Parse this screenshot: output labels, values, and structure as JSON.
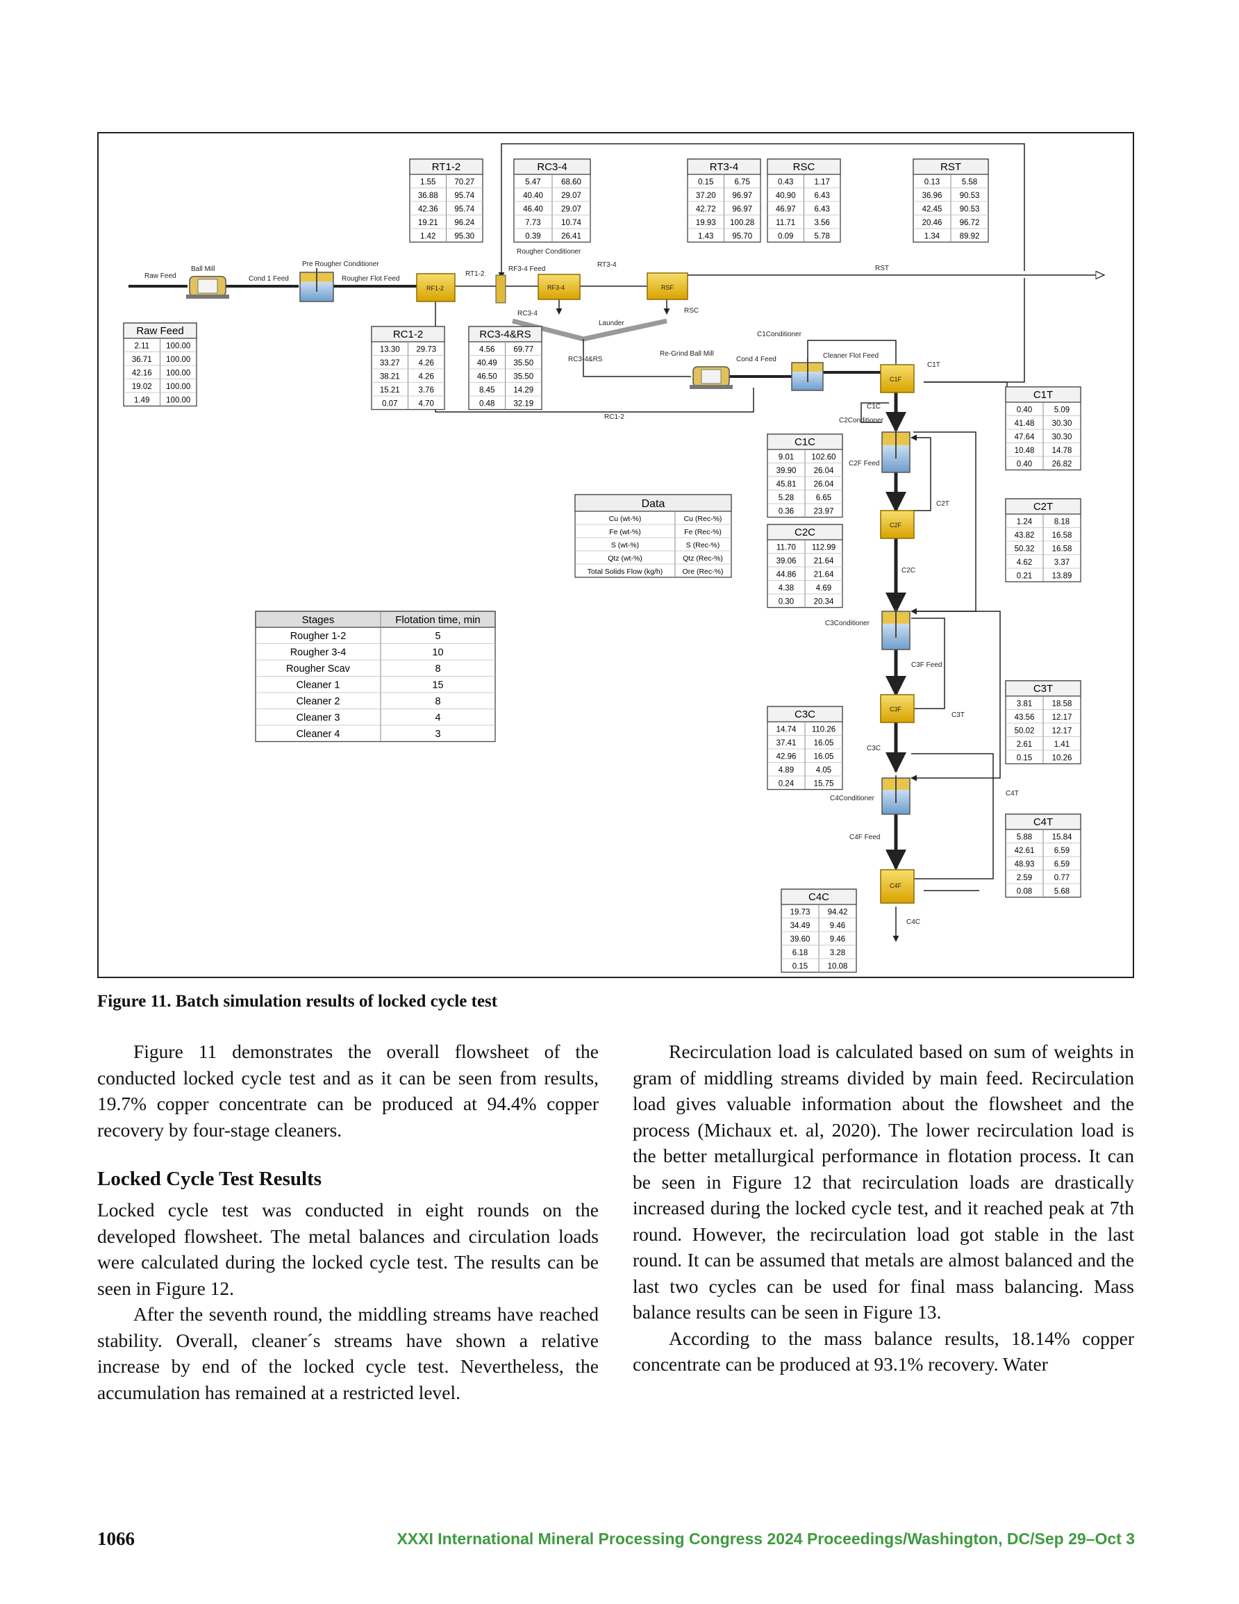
{
  "figure": {
    "caption": "Figure 11.  Batch simulation results of locked cycle test",
    "tables": [
      {
        "id": "rt12",
        "title": "RT1-2",
        "rows": [
          [
            "1.55",
            "70.27"
          ],
          [
            "36.88",
            "95.74"
          ],
          [
            "42.36",
            "95.74"
          ],
          [
            "19.21",
            "96.24"
          ],
          [
            "1.42",
            "95.30"
          ]
        ]
      },
      {
        "id": "rc34",
        "title": "RC3-4",
        "rows": [
          [
            "5.47",
            "68.60"
          ],
          [
            "40.40",
            "29.07"
          ],
          [
            "46.40",
            "29.07"
          ],
          [
            "7.73",
            "10.74"
          ],
          [
            "0.39",
            "26.41"
          ]
        ]
      },
      {
        "id": "rt34",
        "title": "RT3-4",
        "rows": [
          [
            "0.15",
            "6.75"
          ],
          [
            "37.20",
            "96.97"
          ],
          [
            "42.72",
            "96.97"
          ],
          [
            "19.93",
            "100.28"
          ],
          [
            "1.43",
            "95.70"
          ]
        ]
      },
      {
        "id": "rsc",
        "title": "RSC",
        "rows": [
          [
            "0.43",
            "1.17"
          ],
          [
            "40.90",
            "6.43"
          ],
          [
            "46.97",
            "6.43"
          ],
          [
            "11.71",
            "3.56"
          ],
          [
            "0.09",
            "5.78"
          ]
        ]
      },
      {
        "id": "rst",
        "title": "RST",
        "rows": [
          [
            "0.13",
            "5.58"
          ],
          [
            "36.96",
            "90.53"
          ],
          [
            "42.45",
            "90.53"
          ],
          [
            "20.46",
            "96.72"
          ],
          [
            "1.34",
            "89.92"
          ]
        ]
      },
      {
        "id": "rawfeed",
        "title": "Raw Feed",
        "rows": [
          [
            "2.11",
            "100.00"
          ],
          [
            "36.71",
            "100.00"
          ],
          [
            "42.16",
            "100.00"
          ],
          [
            "19.02",
            "100.00"
          ],
          [
            "1.49",
            "100.00"
          ]
        ]
      },
      {
        "id": "rc12",
        "title": "RC1-2",
        "rows": [
          [
            "13.30",
            "29.73"
          ],
          [
            "33.27",
            "4.26"
          ],
          [
            "38.21",
            "4.26"
          ],
          [
            "15.21",
            "3.76"
          ],
          [
            "0.07",
            "4.70"
          ]
        ]
      },
      {
        "id": "rc34rs",
        "title": "RC3-4&RS",
        "rows": [
          [
            "4.56",
            "69.77"
          ],
          [
            "40.49",
            "35.50"
          ],
          [
            "46.50",
            "35.50"
          ],
          [
            "8.45",
            "14.29"
          ],
          [
            "0.48",
            "32.19"
          ]
        ]
      },
      {
        "id": "c1t",
        "title": "C1T",
        "rows": [
          [
            "0.40",
            "5.09"
          ],
          [
            "41.48",
            "30.30"
          ],
          [
            "47.64",
            "30.30"
          ],
          [
            "10.48",
            "14.78"
          ],
          [
            "0.40",
            "26.82"
          ]
        ]
      },
      {
        "id": "c1c",
        "title": "C1C",
        "rows": [
          [
            "9.01",
            "102.60"
          ],
          [
            "39.90",
            "26.04"
          ],
          [
            "45.81",
            "26.04"
          ],
          [
            "5.28",
            "6.65"
          ],
          [
            "0.36",
            "23.97"
          ]
        ]
      },
      {
        "id": "c2t",
        "title": "C2T",
        "rows": [
          [
            "1.24",
            "8.18"
          ],
          [
            "43.82",
            "16.58"
          ],
          [
            "50.32",
            "16.58"
          ],
          [
            "4.62",
            "3.37"
          ],
          [
            "0.21",
            "13.89"
          ]
        ]
      },
      {
        "id": "c2c",
        "title": "C2C",
        "rows": [
          [
            "11.70",
            "112.99"
          ],
          [
            "39.06",
            "21.64"
          ],
          [
            "44.86",
            "21.64"
          ],
          [
            "4.38",
            "4.69"
          ],
          [
            "0.30",
            "20.34"
          ]
        ]
      },
      {
        "id": "c3t",
        "title": "C3T",
        "rows": [
          [
            "3.81",
            "18.58"
          ],
          [
            "43.56",
            "12.17"
          ],
          [
            "50.02",
            "12.17"
          ],
          [
            "2.61",
            "1.41"
          ],
          [
            "0.15",
            "10.26"
          ]
        ]
      },
      {
        "id": "c3c",
        "title": "C3C",
        "rows": [
          [
            "14.74",
            "110.26"
          ],
          [
            "37.41",
            "16.05"
          ],
          [
            "42.96",
            "16.05"
          ],
          [
            "4.89",
            "4.05"
          ],
          [
            "0.24",
            "15.75"
          ]
        ]
      },
      {
        "id": "c4t",
        "title": "C4T",
        "rows": [
          [
            "5.88",
            "15.84"
          ],
          [
            "42.61",
            "6.59"
          ],
          [
            "48.93",
            "6.59"
          ],
          [
            "2.59",
            "0.77"
          ],
          [
            "0.08",
            "5.68"
          ]
        ]
      },
      {
        "id": "c4c",
        "title": "C4C",
        "rows": [
          [
            "19.73",
            "94.42"
          ],
          [
            "34.49",
            "9.46"
          ],
          [
            "39.60",
            "9.46"
          ],
          [
            "6.18",
            "3.28"
          ],
          [
            "0.15",
            "10.08"
          ]
        ]
      }
    ],
    "legend": {
      "title": "Data",
      "rows": [
        [
          "Cu (wt-%)",
          "Cu (Rec-%)"
        ],
        [
          "Fe (wt-%)",
          "Fe (Rec-%)"
        ],
        [
          "S (wt-%)",
          "S (Rec-%)"
        ],
        [
          "Qtz (wt-%)",
          "Qtz (Rec-%)"
        ],
        [
          "Total Solids Flow (kg/h)",
          "Ore (Rec-%)"
        ]
      ]
    },
    "stages": {
      "headers": [
        "Stages",
        "Flotation time, min"
      ],
      "rows": [
        [
          "Rougher 1-2",
          "5"
        ],
        [
          "Rougher 3-4",
          "10"
        ],
        [
          "Rougher Scav",
          "8"
        ],
        [
          "Cleaner 1",
          "15"
        ],
        [
          "Cleaner 2",
          "8"
        ],
        [
          "Cleaner 3",
          "4"
        ],
        [
          "Cleaner 4",
          "3"
        ]
      ]
    },
    "labels": {
      "raw_feed": "Raw Feed",
      "ball_mill": "Ball Mill",
      "cond1_feed": "Cond 1 Feed",
      "pre_rougher": "Pre Rougher Conditioner",
      "rougher_flot_feed": "Rougher Flot Feed",
      "rf12": "RF1-2",
      "rt12": "RT1-2",
      "rough_cond": "Rougher Conditioner",
      "rf34_feed": "RF3-4 Feed",
      "rt34": "RT3-4",
      "rf34": "RF3-4",
      "rsf": "RSF",
      "rst": "RST",
      "rc34": "RC3-4",
      "rsc": "RSC",
      "launder": "Launder",
      "rc34rs": "RC3-4&RS",
      "regrind": "Re-Grind Ball Mill",
      "cond4_feed": "Cond 4 Feed",
      "c1cond": "C1Conditioner",
      "cleaner_flot_feed": "Cleaner Flot Feed",
      "c1t": "C1T",
      "c1f": "C1F",
      "c1c": "C1C",
      "c2cond": "C2Conditioner",
      "rc12": "RC1-2",
      "c2f_feed": "C2F Feed",
      "c2f": "C2F",
      "c2t": "C2T",
      "c2c": "C2C",
      "c3cond": "C3Conditioner",
      "c3f_feed": "C3F Feed",
      "c3f": "C3F",
      "c3t": "C3T",
      "c3c": "C3C",
      "c4t": "C4T",
      "c4cond": "C4Conditioner",
      "c4f_feed": "C4F Feed",
      "c4f": "C4F",
      "c4c": "C4C"
    }
  },
  "text": {
    "left_p1": "Figure 11 demonstrates the overall flowsheet of the conducted locked cycle test and as it can be seen from results, 19.7% copper concentrate can be produced at 94.4% copper recovery by four-stage cleaners.",
    "heading": "Locked Cycle Test Results",
    "left_p2": "Locked cycle test was conducted in eight rounds on the developed flowsheet. The metal balances and circulation loads were calculated during the locked cycle test. The results can be seen in Figure 12.",
    "left_p3": "After the seventh round, the middling streams have reached stability. Overall, cleaner´s streams have shown a relative increase by end of the locked cycle test. Nevertheless, the accumulation has remained at a restricted level.",
    "right_p1": "Recirculation load is calculated based on sum of weights in gram of middling streams divided by main feed. Recirculation load gives valuable information about the flowsheet and the process (Michaux et. al, 2020). The lower recirculation load is the better metallurgical performance in flotation process. It can be seen in Figure 12 that recirculation loads are drastically increased during the locked cycle test, and it reached peak at 7th round. However, the recirculation load got stable in the last round. It can be assumed that metals are almost balanced and the last two cycles can be used for final mass balancing. Mass balance results can be seen in Figure 13.",
    "right_p2": "According to the mass balance results, 18.14% copper concentrate can be produced at 93.1% recovery. Water"
  },
  "footer": {
    "page_number": "1066",
    "journal": "XXXI International Mineral Processing Congress 2024 Proceedings/Washington, DC/Sep 29–Oct 3"
  }
}
